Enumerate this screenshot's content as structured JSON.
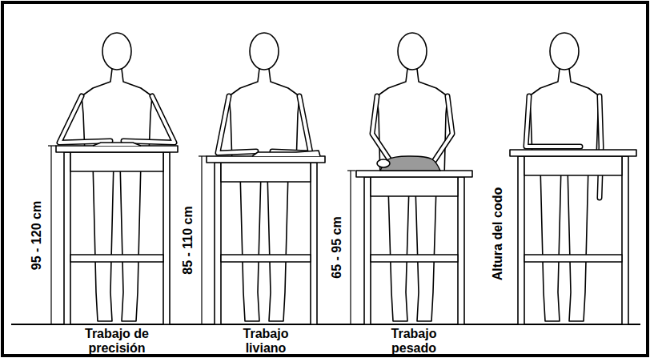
{
  "diagram": {
    "labels": [
      "95 - 120 cm",
      "Trabajo de precisión",
      "85 - 110 cm",
      "Trabajo liviano",
      "65 - 95 cm",
      "Trabajo pesado",
      "Altura del codo"
    ]
  }
}
